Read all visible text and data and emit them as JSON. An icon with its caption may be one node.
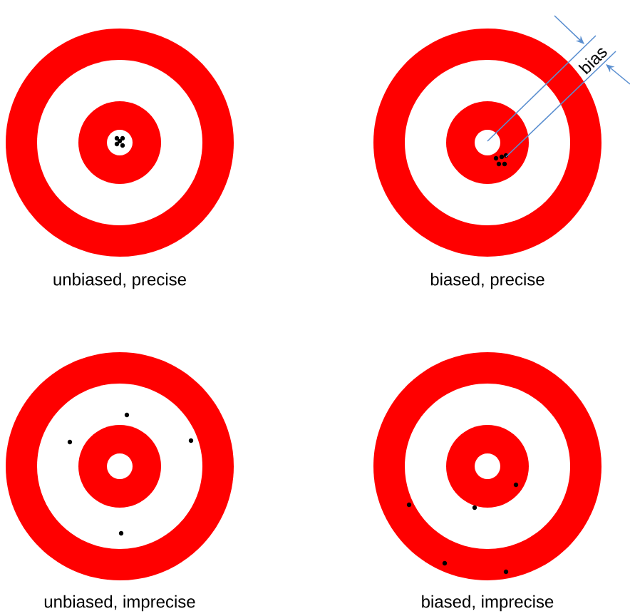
{
  "diagram": {
    "labels": [
      "bias",
      "unbiased, precise",
      "biased, precise",
      "unbiased, imprecise",
      "biased, imprecise"
    ]
  }
}
